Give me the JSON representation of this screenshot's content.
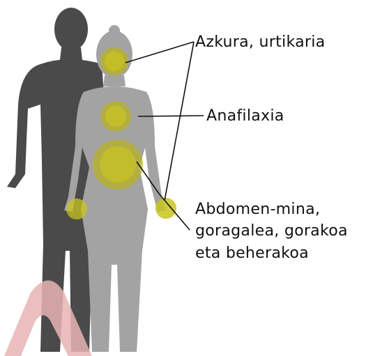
{
  "labels": {
    "itching": "Azkura, urtikaria",
    "anaphylaxis": "Anafilaxia",
    "abdominal_line1": "Abdomen-mina,",
    "abdominal_line2": "goragalea, gorakoa",
    "abdominal_line3": "eta beherakoa"
  },
  "colors": {
    "back_figure": "#4a4a4a",
    "front_figure": "#a3a3a3",
    "highlight_outer": "#b9b21a",
    "highlight_inner": "#c9c41f",
    "leader_line": "#111111",
    "decor_shape": "#e8b4b4"
  },
  "icons": [
    "male-silhouette-icon",
    "female-silhouette-icon"
  ]
}
